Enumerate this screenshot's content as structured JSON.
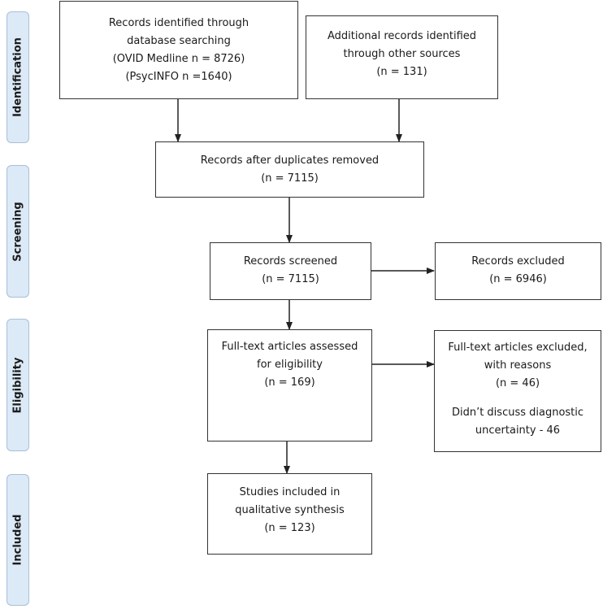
{
  "phases": {
    "identification": "Identification",
    "screening": "Screening",
    "eligibility": "Eligibility",
    "included": "Included"
  },
  "boxes": {
    "database_records": {
      "line1": "Records identified through",
      "line2": "database searching",
      "line3": "(OVID Medline n = 8726)",
      "line4": "(PsycINFO n =1640)"
    },
    "other_sources": {
      "line1": "Additional records identified",
      "line2": "through other sources",
      "line3": "(n =  131)"
    },
    "duplicates_removed": {
      "line1": "Records after duplicates removed",
      "line2": "(n =  7115)"
    },
    "records_screened": {
      "line1": "Records screened",
      "line2": "(n =  7115)"
    },
    "records_excluded": {
      "line1": "Records excluded",
      "line2": "(n =  6946)"
    },
    "fulltext_assessed": {
      "line1": "Full-text articles assessed",
      "line2": "for eligibility",
      "line3": "(n =  169)"
    },
    "fulltext_excluded": {
      "line1": "Full-text articles excluded,",
      "line2": "with reasons",
      "line3": "(n =  46)",
      "line4": "Didn’t discuss diagnostic",
      "line5": "uncertainty - 46"
    },
    "studies_included": {
      "line1": "Studies included in",
      "line2": "qualitative synthesis",
      "line3": "(n = 123)"
    }
  }
}
